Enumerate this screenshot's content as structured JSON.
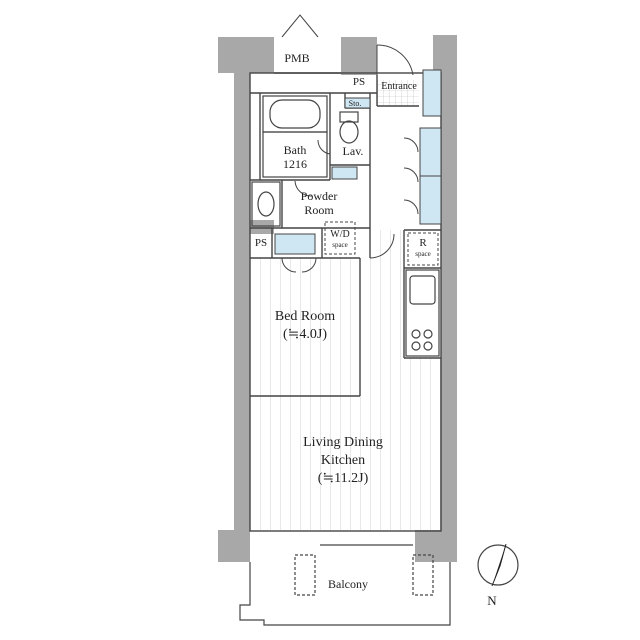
{
  "rooms": {
    "pmb": "PMB",
    "ps_top": "PS",
    "entrance": "Entrance",
    "sto": "Sto.",
    "bath_line1": "Bath",
    "bath_line2": "1216",
    "lav": "Lav.",
    "powder_line1": "Powder",
    "powder_line2": "Room",
    "ps_left": "PS",
    "wd_line1": "W/D",
    "wd_line2": "space",
    "r_line1": "R",
    "r_line2": "space",
    "bedroom_line1": "Bed Room",
    "bedroom_line2": "(≒4.0J)",
    "ldk_line1": "Living Dining",
    "ldk_line2": "Kitchen",
    "ldk_line3": "(≒11.2J)",
    "balcony": "Balcony"
  },
  "compass": {
    "label": "N"
  },
  "colors": {
    "wall": "#a8a8a8",
    "storage_fill": "#cfe6f3",
    "floor_line": "#bdbdbd",
    "line": "#444444"
  }
}
